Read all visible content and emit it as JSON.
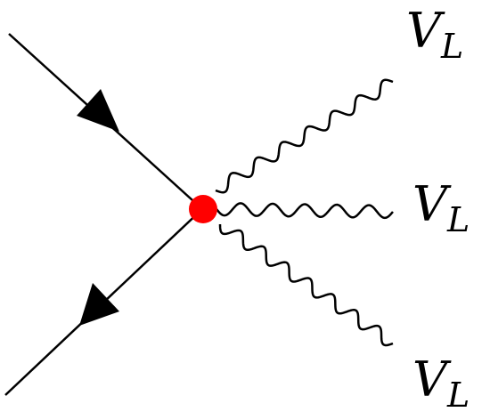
{
  "diagram": {
    "vertex_color": "#ff0000",
    "line_color": "#000000",
    "incoming_fermion_arrow": "arrow-icon",
    "outgoing_fermion_arrow": "arrow-icon",
    "bosons": [
      {
        "symbol": "V",
        "subscript": "L"
      },
      {
        "symbol": "V",
        "subscript": "L"
      },
      {
        "symbol": "V",
        "subscript": "L"
      }
    ]
  }
}
